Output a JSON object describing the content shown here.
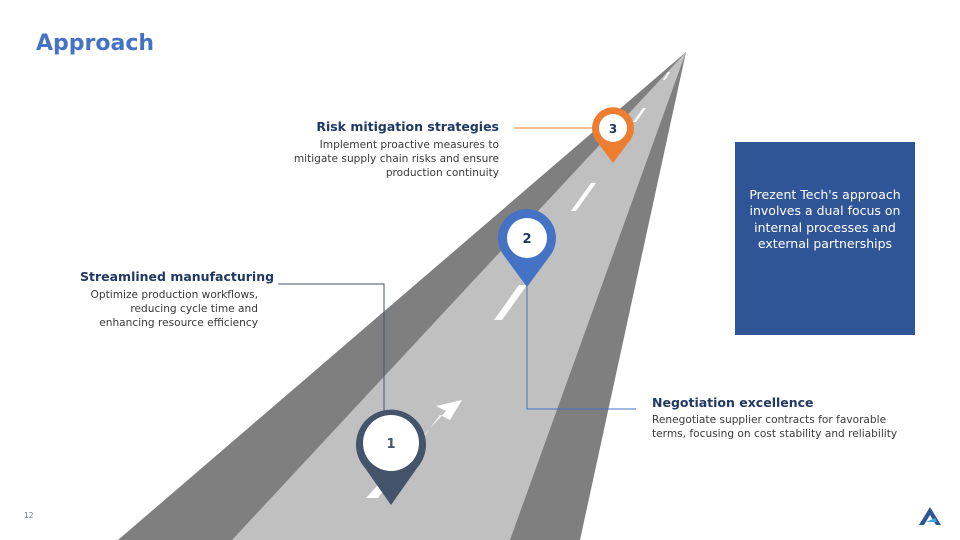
{
  "slide": {
    "title": "Approach",
    "page_number": "12"
  },
  "steps": [
    {
      "number": "1",
      "heading": "Streamlined manufacturing",
      "description_lines": [
        "Optimize production workflows,",
        "reducing cycle time and",
        "enhancing resource efficiency"
      ],
      "color": "#44546a"
    },
    {
      "number": "2",
      "heading": "Negotiation excellence",
      "description_lines": [
        "Renegotiate supplier contracts for favorable",
        "terms, focusing on cost stability and reliability"
      ],
      "color": "#4472c4"
    },
    {
      "number": "3",
      "heading": "Risk mitigation strategies",
      "description_lines": [
        "Implement proactive measures to",
        "mitigate supply chain risks and ensure",
        "production continuity"
      ],
      "color": "#ed7d31"
    }
  ],
  "callout": {
    "text": "Prezent Tech's approach involves a dual focus on internal processes and external partnerships"
  },
  "colors": {
    "title": "#4472c4",
    "road_outer": "#7f7f7f",
    "road_inner": "#bfbfbf",
    "callout_bg": "#2f5597"
  },
  "logo": {
    "icon": "brand-logo-icon"
  }
}
